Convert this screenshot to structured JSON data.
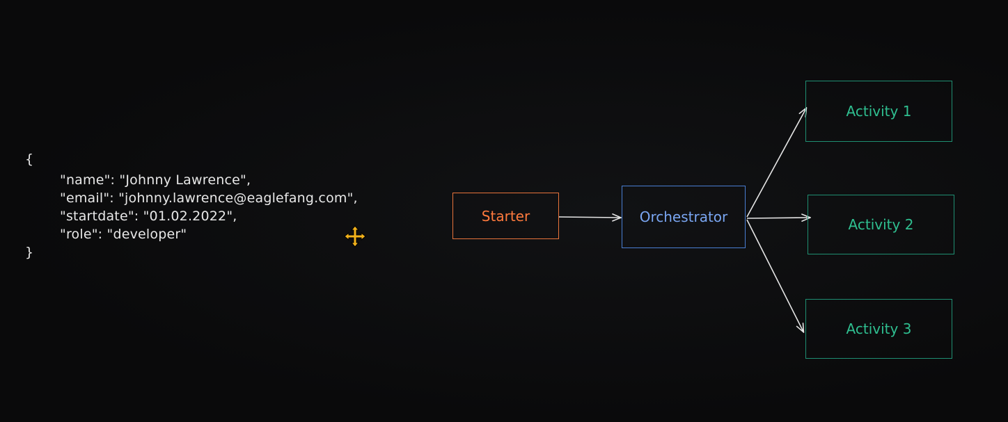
{
  "json_snippet": {
    "open_brace": "{",
    "lines": [
      "\"name\": \"Johnny Lawrence\",",
      "\"email\": \"johnny.lawrence@eaglefang.com\",",
      "\"startdate\": \"01.02.2022\",",
      "\"role\": \"developer\""
    ],
    "close_brace": "}"
  },
  "nodes": {
    "starter": "Starter",
    "orchestrator": "Orchestrator",
    "activity_1": "Activity 1",
    "activity_2": "Activity 2",
    "activity_3": "Activity 3"
  },
  "colors": {
    "background": "#0b0b0c",
    "starter": "#ff7a3d",
    "orchestrator": "#7aa6f2",
    "activity": "#2fbf90",
    "edge": "#e6e6e6",
    "cursor": "#f2b21b"
  },
  "edges": [
    {
      "from": "starter",
      "to": "orchestrator"
    },
    {
      "from": "orchestrator",
      "to": "activity_1"
    },
    {
      "from": "orchestrator",
      "to": "activity_2"
    },
    {
      "from": "orchestrator",
      "to": "activity_3"
    }
  ],
  "cursor_icon": "move-cursor-icon"
}
